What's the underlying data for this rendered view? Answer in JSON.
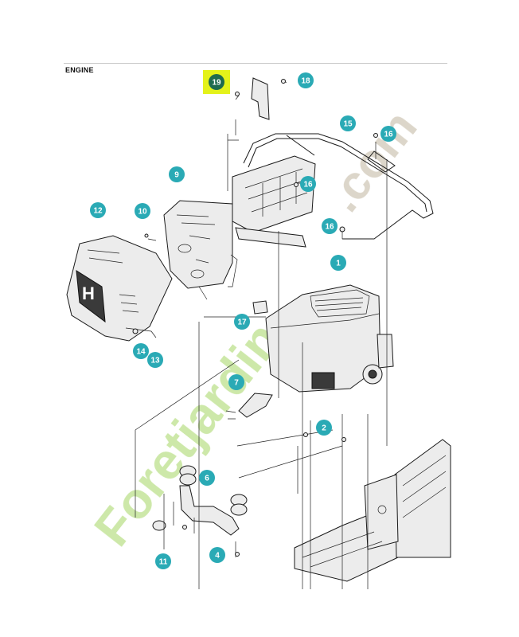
{
  "section_title": "ENGINE",
  "callouts": [
    {
      "id": "19",
      "highlight": true
    },
    {
      "id": "18"
    },
    {
      "id": "15"
    },
    {
      "id": "16"
    },
    {
      "id": "9"
    },
    {
      "id": "16"
    },
    {
      "id": "12"
    },
    {
      "id": "10"
    },
    {
      "id": "16"
    },
    {
      "id": "1"
    },
    {
      "id": "17"
    },
    {
      "id": "14"
    },
    {
      "id": "13"
    },
    {
      "id": "7"
    },
    {
      "id": "2"
    },
    {
      "id": "6"
    },
    {
      "id": "4"
    },
    {
      "id": "11"
    }
  ],
  "watermark": {
    "text1": "Foretjardin",
    "text2": ".com",
    "color1": "#c8e6a0",
    "color2": "#d9d2c4"
  },
  "highlight_color": "#e4f21a",
  "callout_color": "#2aaab5"
}
